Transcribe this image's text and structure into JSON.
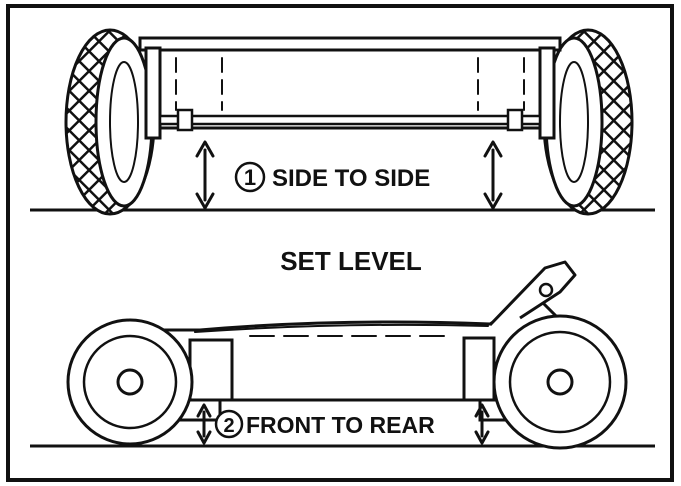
{
  "diagram": {
    "title": "SET LEVEL",
    "step1": {
      "number": "1",
      "label": "SIDE TO SIDE"
    },
    "step2": {
      "number": "2",
      "label": "FRONT TO REAR"
    }
  },
  "colors": {
    "ink": "#111111",
    "paper": "#ffffff"
  }
}
